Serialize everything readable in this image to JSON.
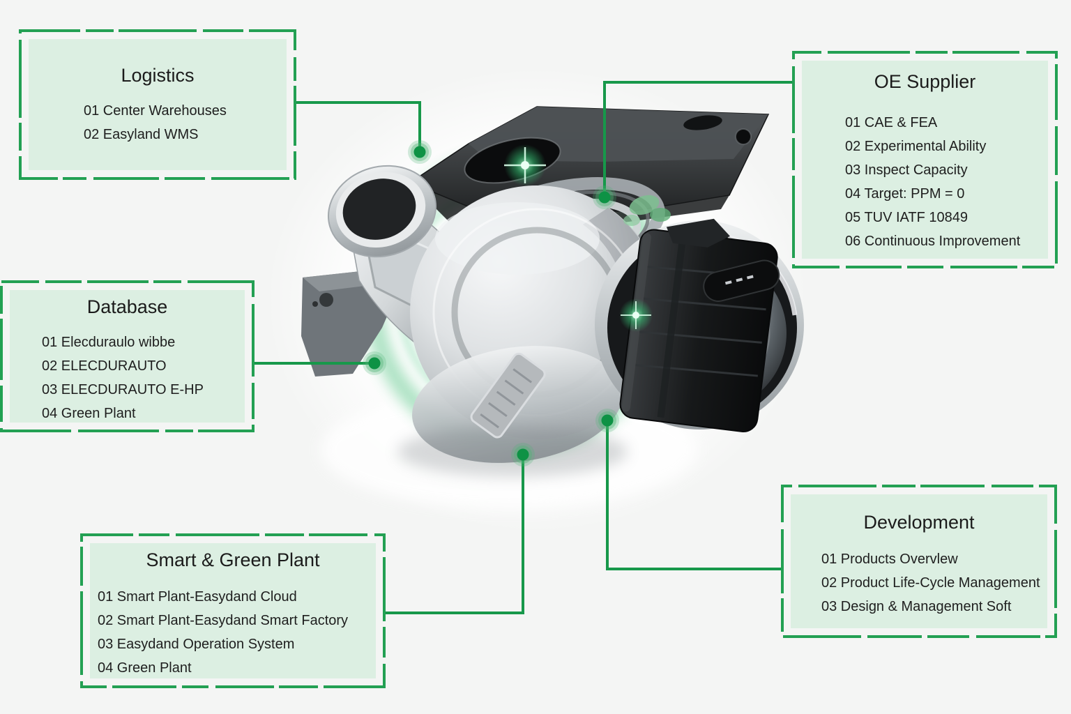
{
  "page": {
    "background_color": "#f4f5f4",
    "accent_colors": {
      "connector_line_green": "#17984a",
      "box_border_green": "#23a053",
      "dot_green": "#0e9245",
      "dot_halo_green": "#4fb376",
      "box_fill_green": "#dcefe2",
      "text_color": "#1d1d1d"
    }
  },
  "center_image": {
    "label": "turbocharger-product-photo"
  },
  "boxes": {
    "logistics": {
      "title": "Logistics",
      "items": [
        "01 Center Warehouses",
        "02 Easyland WMS"
      ]
    },
    "oe_supplier": {
      "title": "OE Supplier",
      "items": [
        "01 CAE & FEA",
        "02 Experimental Ability",
        "03 Inspect Capacity",
        "04 Target: PPM = 0",
        "05 TUV IATF 10849",
        "06 Continuous Improvement"
      ]
    },
    "database": {
      "title": "Database",
      "items": [
        "01 Elecduraulo wibbe",
        "02 ELECDURAUTO",
        "03 ELECDURAUTO E-HP",
        "04 Green Plant"
      ]
    },
    "smart_green_plant": {
      "title": "Smart & Green Plant",
      "items": [
        "01 Smart Plant-Easydand Cloud",
        "02 Smart Plant-Easydand Smart Factory",
        "03 Easydand Operation System",
        "04 Green Plant"
      ]
    },
    "development": {
      "title": "Development",
      "items": [
        "01 Products Overvlew",
        "02 Product Life-Cycle Management",
        "03 Design & Management Soft"
      ]
    }
  }
}
